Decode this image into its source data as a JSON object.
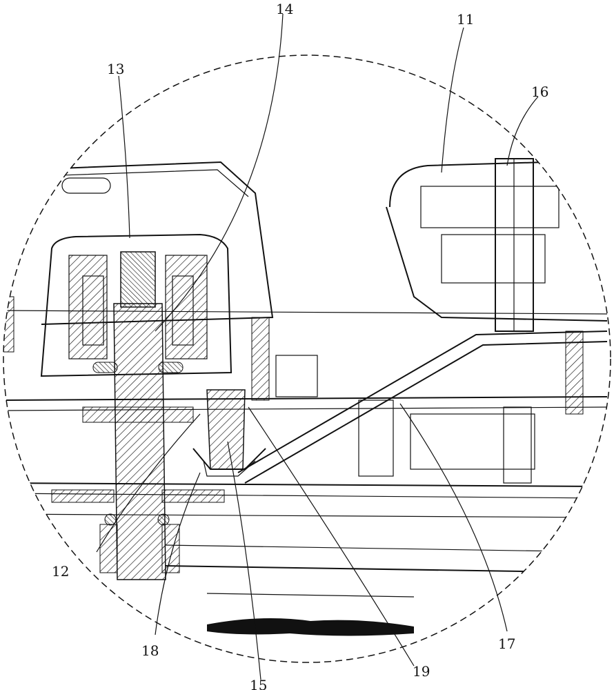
{
  "figure": {
    "labels": {
      "l11": "11",
      "l12": "12",
      "l13": "13",
      "l14": "14",
      "l15": "15",
      "l16": "16",
      "l17": "17",
      "l18": "18",
      "l19": "19"
    }
  }
}
